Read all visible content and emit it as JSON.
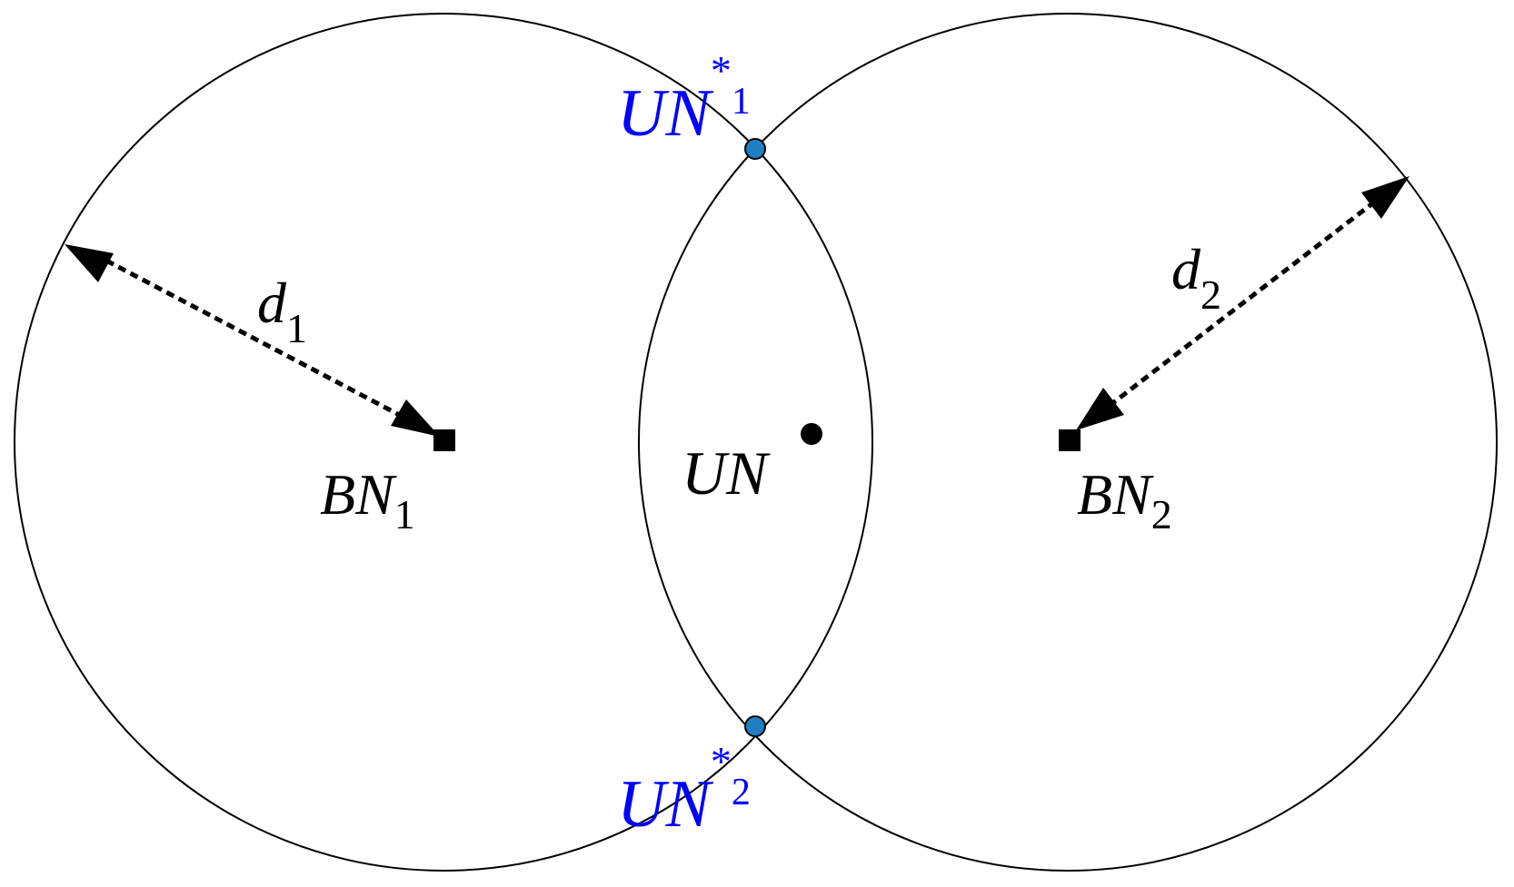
{
  "diagram": {
    "colors": {
      "circle_stroke": "#000000",
      "intersection_fill": "#1f7fc4",
      "intersection_label": "#0000ff",
      "text": "#000000"
    },
    "base_nodes": [
      {
        "main": "BN",
        "sub": "1"
      },
      {
        "main": "BN",
        "sub": "2"
      }
    ],
    "user_node": {
      "label": "UN"
    },
    "intersections": [
      {
        "main": "UN",
        "sup": "*",
        "sub": "1"
      },
      {
        "main": "UN",
        "sup": "*",
        "sub": "2"
      }
    ],
    "distances": [
      {
        "main": "d",
        "sub": "1"
      },
      {
        "main": "d",
        "sub": "2"
      }
    ]
  }
}
